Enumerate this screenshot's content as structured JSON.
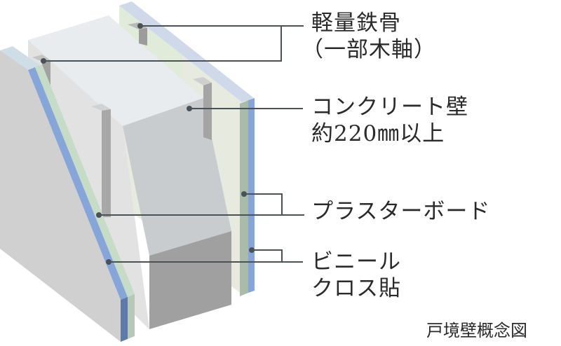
{
  "diagram": {
    "caption": "戸境壁概念図",
    "labels": {
      "steel_frame": {
        "line1": "軽量鉄骨",
        "line2": "（一部木軸）"
      },
      "concrete_wall": {
        "line1": "コンクリート壁",
        "line2": "約220㎜以上"
      },
      "plasterboard": {
        "line1": "プラスターボード"
      },
      "vinyl_cloth": {
        "line1": "ビニール",
        "line2": "クロス貼"
      }
    },
    "colors": {
      "leader_line": "#4a5258",
      "concrete_top": "#e8ecee",
      "concrete_front": "#c8cccf",
      "concrete_side": "#a0a0a0",
      "plasterboard": "#c7dcc7",
      "vinyl_cloth": "#86a6d9",
      "left_panel_face": "#d0d0d0",
      "text": "#2a2a2a"
    }
  }
}
